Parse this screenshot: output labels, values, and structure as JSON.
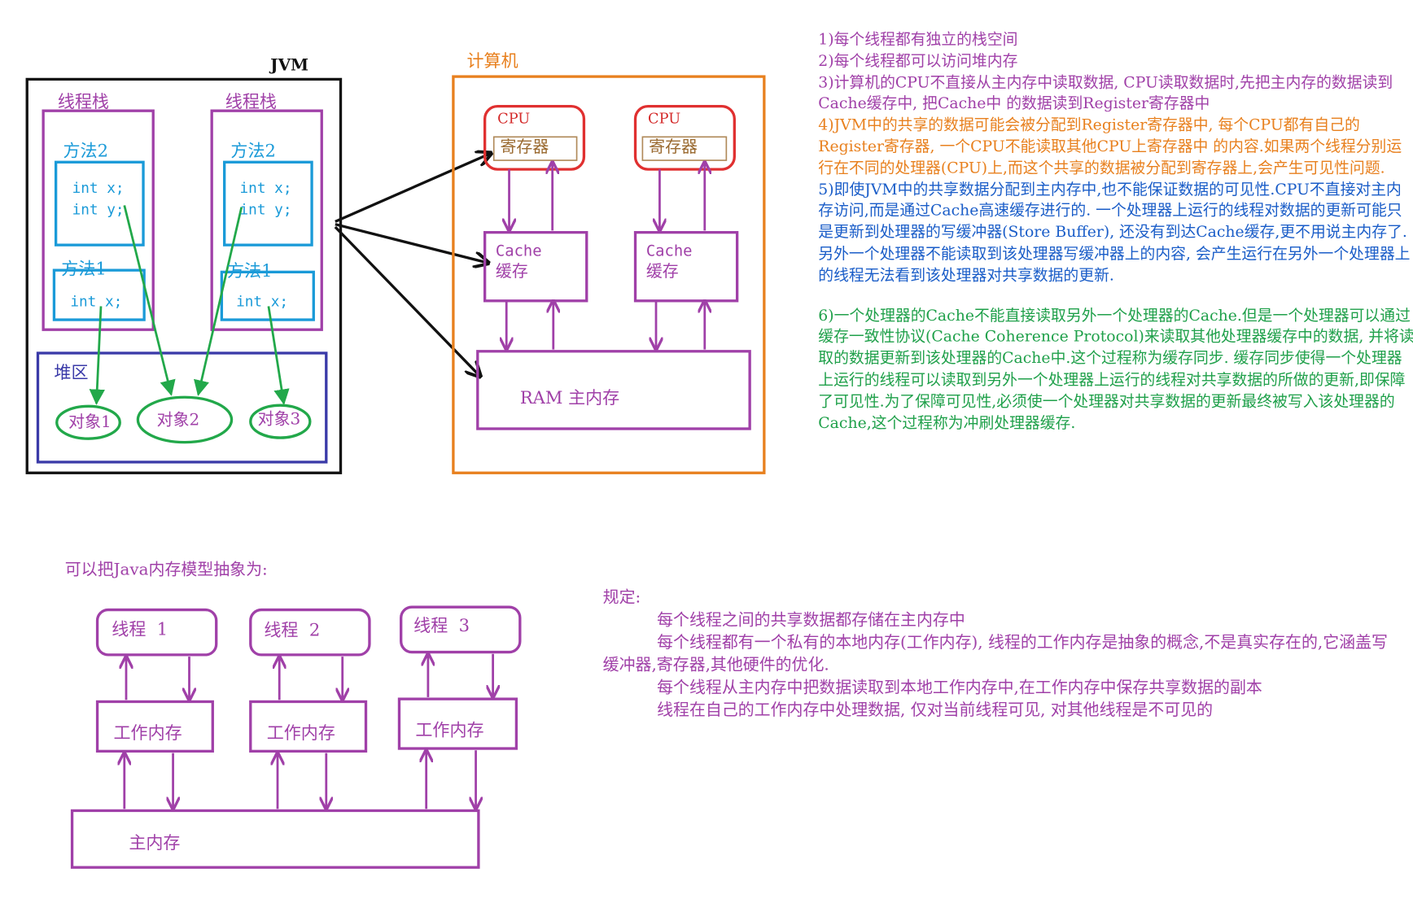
{
  "jvm": {
    "label": "JVM",
    "thread_stacks": [
      {
        "label": "线程栈",
        "methods": [
          {
            "label": "方法2",
            "vars": [
              "int x;",
              "int y;"
            ]
          },
          {
            "label": "方法1",
            "vars": [
              "int x;"
            ]
          }
        ]
      },
      {
        "label": "线程栈",
        "methods": [
          {
            "label": "方法2",
            "vars": [
              "int x;",
              "int y;"
            ]
          },
          {
            "label": "方法1",
            "vars": [
              "int x;"
            ]
          }
        ]
      }
    ],
    "heap": {
      "label": "堆区",
      "objects": [
        "对象1",
        "对象2",
        "对象3"
      ]
    }
  },
  "computer": {
    "label": "计算机",
    "cpus": [
      {
        "label": "CPU",
        "register": "寄存器",
        "cache": [
          "Cache",
          "缓存"
        ]
      },
      {
        "label": "CPU",
        "register": "寄存器",
        "cache": [
          "Cache",
          "缓存"
        ]
      }
    ],
    "ram": "RAM 主内存"
  },
  "notes": [
    {
      "color": "purple",
      "text": "1)每个线程都有独立的栈空间"
    },
    {
      "color": "purple",
      "text": "2)每个线程都可以访问堆内存"
    },
    {
      "color": "purple",
      "text": "3)计算机的CPU不直接从主内存中读取数据, CPU读取数据时,先把主内存的数据读到Cache缓存中, 把Cache中 的数据读到Register寄存器中"
    },
    {
      "color": "orange",
      "text": "4)JVM中的共享的数据可能会被分配到Register寄存器中, 每个CPU都有自己的Register寄存器, 一个CPU不能读取其他CPU上寄存器中 的内容.如果两个线程分别运行在不同的处理器(CPU)上,而这个共享的数据被分配到寄存器上,会产生可见性问题."
    },
    {
      "color": "blue",
      "text": "5)即使JVM中的共享数据分配到主内存中,也不能保证数据的可见性.CPU不直接对主内存访问,而是通过Cache高速缓存进行的. 一个处理器上运行的线程对数据的更新可能只是更新到处理器的写缓冲器(Store Buffer), 还没有到达Cache缓存,更不用说主内存了.另外一个处理器不能读取到该处理器写缓冲器上的内容, 会产生运行在另外一个处理器上的线程无法看到该处理器对共享数据的更新."
    },
    {
      "color": "green",
      "text": "6)一个处理器的Cache不能直接读取另外一个处理器的Cache.但是一个处理器可以通过缓存一致性协议(Cache Coherence Protocol)来读取其他处理器缓存中的数据, 并将读取的数据更新到该处理器的Cache中.这个过程称为缓存同步. 缓存同步使得一个处理器上运行的线程可以读取到另外一个处理器上运行的线程对共享数据的所做的更新,即保障了可见性.为了保障可见性,必须使一个处理器对共享数据的更新最终被写入该处理器的Cache,这个过程称为冲刷处理器缓存."
    }
  ],
  "model": {
    "title": "可以把Java内存模型抽象为:",
    "threads": [
      "线程  1",
      "线程  2",
      "线程  3"
    ],
    "working_memory": "工作内存",
    "main_memory": "主内存"
  },
  "rules": {
    "title": "规定:",
    "lines": [
      "每个线程之间的共享数据都存储在主内存中",
      "每个线程都有一个私有的本地内存(工作内存), 线程的工作内存是抽象的概念,不是真实存在的,它涵盖写缓冲器,寄存器,其他硬件的优化.",
      "每个线程从主内存中把数据读取到本地工作内存中,在工作内存中保存共享数据的副本",
      "线程在自己的工作内存中处理数据, 仅对当前线程可见, 对其他线程是不可见的"
    ]
  },
  "colors": {
    "purple": "#a040a8",
    "blue": "#1a9ad8",
    "green": "#22a84a",
    "orange": "#e8801e",
    "red": "#e03030",
    "navy": "#3a3aa8",
    "black": "#111111"
  }
}
